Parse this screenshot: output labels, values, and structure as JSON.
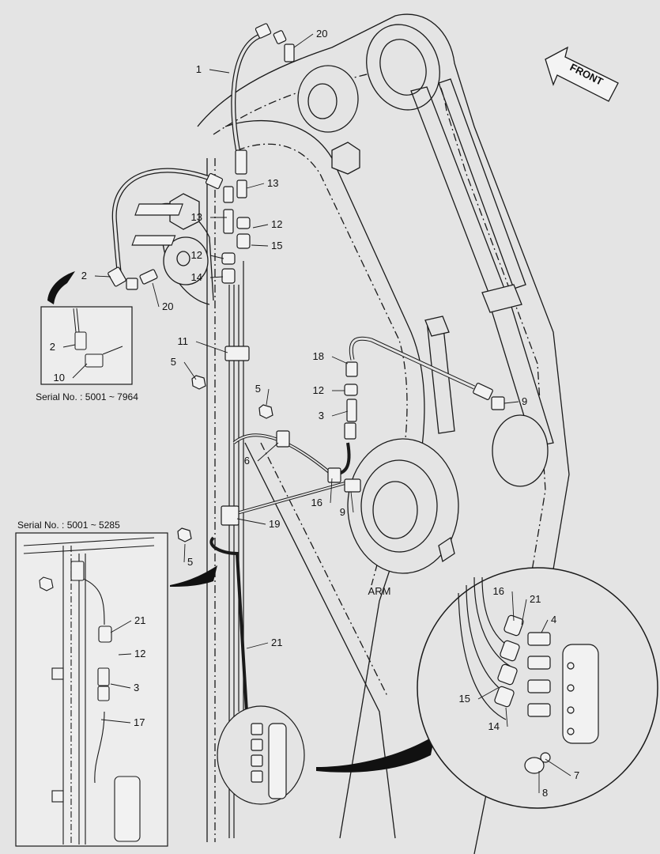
{
  "colors": {
    "background": "#e4e4e4",
    "line": "#1a1a1a",
    "inset_fill": "#ededed"
  },
  "labels": {
    "arm": "ARM",
    "front": "FRONT",
    "serial_inset_top": "Serial No. : 5001 ~ 7964",
    "serial_inset_bottom": "Serial No. : 5001 ~ 5285"
  },
  "callouts": [
    {
      "id": "c1",
      "text": "1"
    },
    {
      "id": "c20a",
      "text": "20"
    },
    {
      "id": "c13a",
      "text": "13"
    },
    {
      "id": "c13b",
      "text": "13"
    },
    {
      "id": "c12a",
      "text": "12"
    },
    {
      "id": "c15a",
      "text": "15"
    },
    {
      "id": "c12b",
      "text": "12"
    },
    {
      "id": "c14a",
      "text": "14"
    },
    {
      "id": "c2a",
      "text": "2"
    },
    {
      "id": "c20b",
      "text": "20"
    },
    {
      "id": "c2b",
      "text": "2"
    },
    {
      "id": "c10",
      "text": "10"
    },
    {
      "id": "c11",
      "text": "11"
    },
    {
      "id": "c5a",
      "text": "5"
    },
    {
      "id": "c18",
      "text": "18"
    },
    {
      "id": "c12c",
      "text": "12"
    },
    {
      "id": "c3a",
      "text": "3"
    },
    {
      "id": "c5b",
      "text": "5"
    },
    {
      "id": "c9a",
      "text": "9"
    },
    {
      "id": "c6",
      "text": "6"
    },
    {
      "id": "c16a",
      "text": "16"
    },
    {
      "id": "c9b",
      "text": "9"
    },
    {
      "id": "c19",
      "text": "19"
    },
    {
      "id": "c5c",
      "text": "5"
    },
    {
      "id": "c21a",
      "text": "21"
    },
    {
      "id": "c16b",
      "text": "16"
    },
    {
      "id": "c21b",
      "text": "21"
    },
    {
      "id": "c4",
      "text": "4"
    },
    {
      "id": "c15b",
      "text": "15"
    },
    {
      "id": "c14b",
      "text": "14"
    },
    {
      "id": "c7",
      "text": "7"
    },
    {
      "id": "c8",
      "text": "8"
    },
    {
      "id": "c21c",
      "text": "21"
    },
    {
      "id": "c12d",
      "text": "12"
    },
    {
      "id": "c3b",
      "text": "3"
    },
    {
      "id": "c17",
      "text": "17"
    }
  ]
}
